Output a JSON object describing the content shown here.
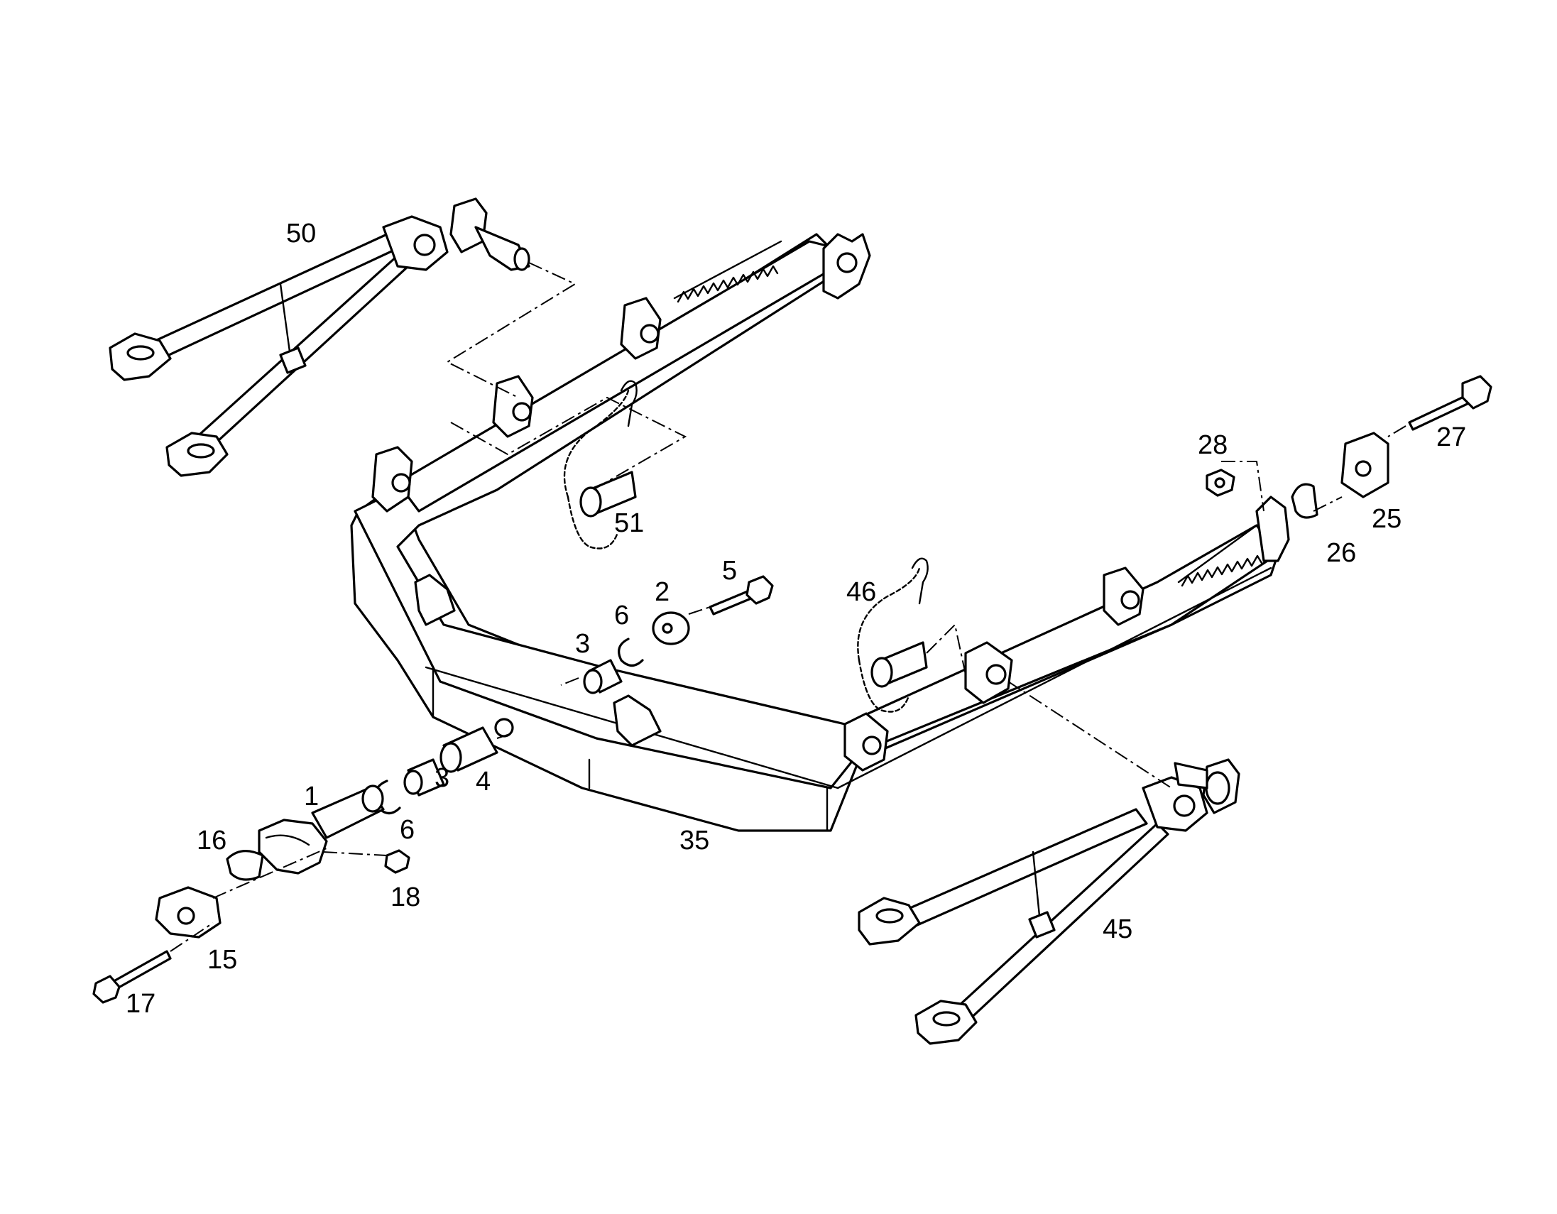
{
  "diagram": {
    "part_labels": [
      {
        "id": "50",
        "text": "50"
      },
      {
        "id": "51",
        "text": "51"
      },
      {
        "id": "28",
        "text": "28"
      },
      {
        "id": "27",
        "text": "27"
      },
      {
        "id": "25",
        "text": "25"
      },
      {
        "id": "26",
        "text": "26"
      },
      {
        "id": "46",
        "text": "46"
      },
      {
        "id": "5",
        "text": "5"
      },
      {
        "id": "2",
        "text": "2"
      },
      {
        "id": "6a",
        "text": "6"
      },
      {
        "id": "3a",
        "text": "3"
      },
      {
        "id": "4",
        "text": "4"
      },
      {
        "id": "3b",
        "text": "3"
      },
      {
        "id": "6b",
        "text": "6"
      },
      {
        "id": "1",
        "text": "1"
      },
      {
        "id": "16",
        "text": "16"
      },
      {
        "id": "18",
        "text": "18"
      },
      {
        "id": "35",
        "text": "35"
      },
      {
        "id": "15",
        "text": "15"
      },
      {
        "id": "17",
        "text": "17"
      },
      {
        "id": "45",
        "text": "45"
      }
    ]
  }
}
